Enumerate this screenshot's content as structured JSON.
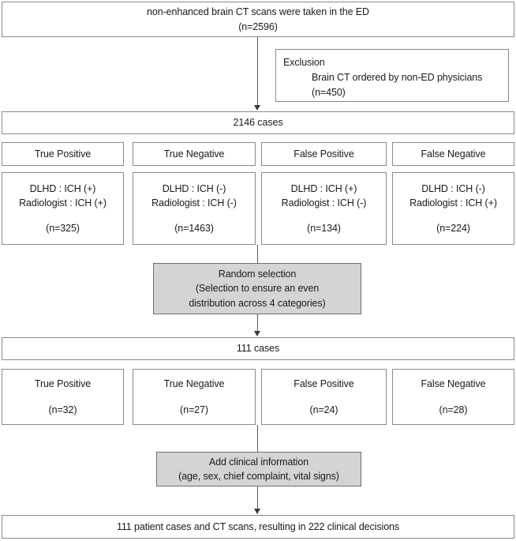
{
  "flow": {
    "top_box": {
      "line1": "non-enhanced brain CT scans were taken in the ED",
      "line2": "(n=2596)"
    },
    "exclusion_box": {
      "title": "Exclusion",
      "reason": "Brain CT ordered by non-ED physicians",
      "count": "(n=450)"
    },
    "cases_total": "2146 cases",
    "categories_full": [
      {
        "label": "True Positive",
        "dlhd": "DLHD : ICH (+)",
        "radiologist": "Radiologist : ICH (+)",
        "count": "(n=325)"
      },
      {
        "label": "True Negative",
        "dlhd": "DLHD : ICH (-)",
        "radiologist": "Radiologist : ICH (-)",
        "count": "(n=1463)"
      },
      {
        "label": "False  Positive",
        "dlhd": "DLHD : ICH (+)",
        "radiologist": "Radiologist : ICH (-)",
        "count": "(n=134)"
      },
      {
        "label": "False Negative",
        "dlhd": "DLHD : ICH (-)",
        "radiologist": "Radiologist : ICH (+)",
        "count": "(n=224)"
      }
    ],
    "random_selection_box": {
      "line1": "Random selection",
      "line2": "(Selection to ensure an even",
      "line3": "distribution across 4 categories)"
    },
    "cases_selected": "111 cases",
    "categories_selected": [
      {
        "label": "True Positive",
        "count": "(n=32)"
      },
      {
        "label": "True Negative",
        "count": "(n=27)"
      },
      {
        "label": "False  Positive",
        "count": "(n=24)"
      },
      {
        "label": "False Negative",
        "count": "(n=28)"
      }
    ],
    "clinical_info_box": {
      "line1": "Add clinical information",
      "line2": "(age, sex, chief complaint, vital signs)"
    },
    "final_box": "111 patient cases and CT scans, resulting in 222 clinical decisions"
  },
  "colors": {
    "box_border": "#8a8a8a",
    "gray_fill": "#d4d4d4",
    "connector": "#5a5a5a",
    "text": "#1a1a1a"
  }
}
